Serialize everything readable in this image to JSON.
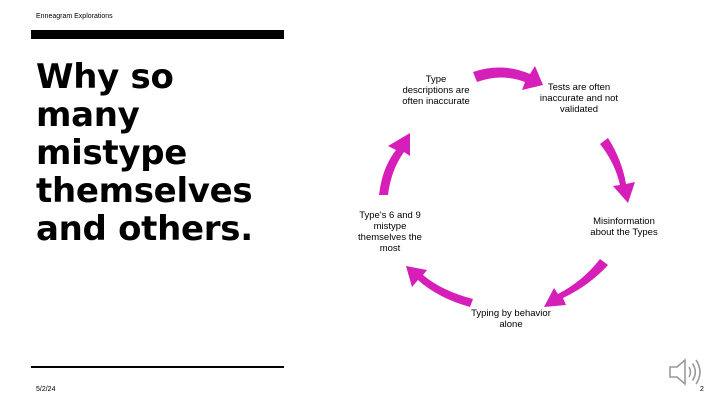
{
  "header": {
    "label": "Enneagram Explorations"
  },
  "title": "Why so many mistype themselves and others.",
  "cycle": {
    "accent_color": "#d61eb8",
    "nodes": [
      {
        "text": "Type descriptions are often inaccurate"
      },
      {
        "text": "Tests are often inaccurate and not validated"
      },
      {
        "text": "Misinformation about the Types"
      },
      {
        "text": "Typing by behavior alone"
      },
      {
        "text": "Type's 6 and 9 mistype themselves the most"
      }
    ]
  },
  "footer": {
    "date": "5/2/24",
    "page_number": "2"
  },
  "icons": {
    "audio": "speaker-icon"
  }
}
